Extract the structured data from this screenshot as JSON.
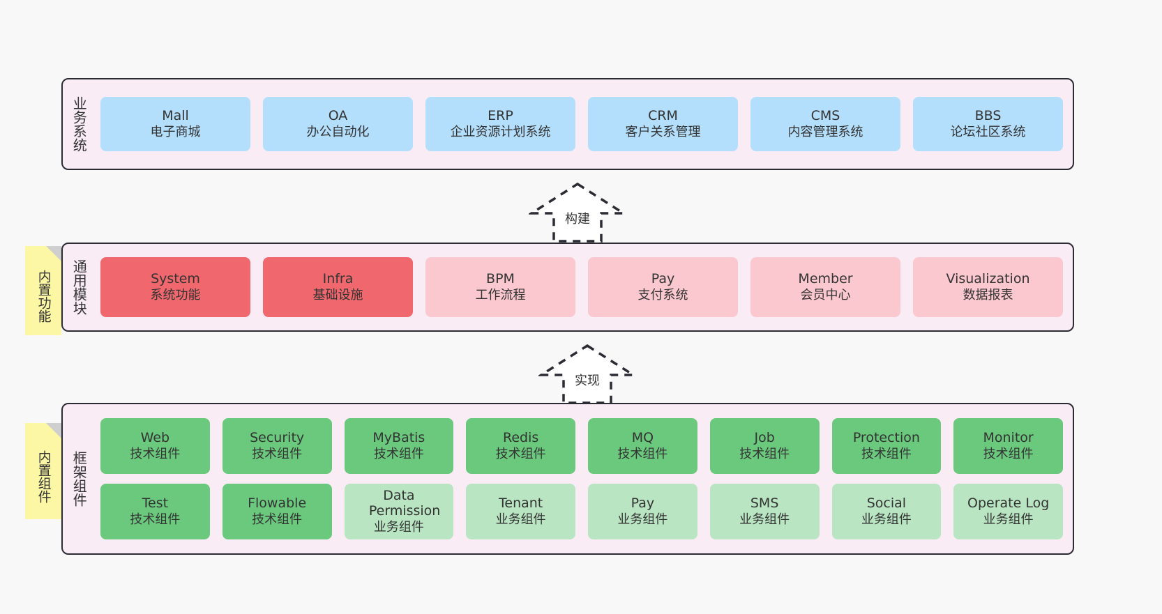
{
  "diagram": {
    "title_vertical_layers": [
      "业务系统",
      "通用模块",
      "框架组件"
    ],
    "layers": [
      {
        "id": "business-systems",
        "title": "业务系统",
        "rows": [
          {
            "boxes": [
              {
                "en": "Mall",
                "cn": "电子商城",
                "style": "biz-box"
              },
              {
                "en": "OA",
                "cn": "办公自动化",
                "style": "biz-box"
              },
              {
                "en": "ERP",
                "cn": "企业资源计划系统",
                "style": "biz-box"
              },
              {
                "en": "CRM",
                "cn": "客户关系管理",
                "style": "biz-box"
              },
              {
                "en": "CMS",
                "cn": "内容管理系统",
                "style": "biz-box"
              },
              {
                "en": "BBS",
                "cn": "论坛社区系统",
                "style": "biz-box"
              }
            ]
          }
        ]
      },
      {
        "id": "common-modules",
        "title": "通用模块",
        "note": "内置功能",
        "rows": [
          {
            "boxes": [
              {
                "en": "System",
                "cn": "系统功能",
                "style": "mod-strong"
              },
              {
                "en": "Infra",
                "cn": "基础设施",
                "style": "mod-strong"
              },
              {
                "en": "BPM",
                "cn": "工作流程",
                "style": "mod-light"
              },
              {
                "en": "Pay",
                "cn": "支付系统",
                "style": "mod-light"
              },
              {
                "en": "Member",
                "cn": "会员中心",
                "style": "mod-light"
              },
              {
                "en": "Visualization",
                "cn": "数据报表",
                "style": "mod-light"
              }
            ]
          }
        ]
      },
      {
        "id": "framework-components",
        "title": "框架组件",
        "note": "内置组件",
        "rows": [
          {
            "boxes": [
              {
                "en": "Web",
                "cn": "技术组件",
                "style": "fw-strong"
              },
              {
                "en": "Security",
                "cn": "技术组件",
                "style": "fw-strong"
              },
              {
                "en": "MyBatis",
                "cn": "技术组件",
                "style": "fw-strong"
              },
              {
                "en": "Redis",
                "cn": "技术组件",
                "style": "fw-strong"
              },
              {
                "en": "MQ",
                "cn": "技术组件",
                "style": "fw-strong"
              },
              {
                "en": "Job",
                "cn": "技术组件",
                "style": "fw-strong"
              },
              {
                "en": "Protection",
                "cn": "技术组件",
                "style": "fw-strong"
              },
              {
                "en": "Monitor",
                "cn": "技术组件",
                "style": "fw-strong"
              }
            ]
          },
          {
            "boxes": [
              {
                "en": "Test",
                "cn": "技术组件",
                "style": "fw-strong"
              },
              {
                "en": "Flowable",
                "cn": "技术组件",
                "style": "fw-strong"
              },
              {
                "en": "Data Permission",
                "cn": "业务组件",
                "style": "fw-light"
              },
              {
                "en": "Tenant",
                "cn": "业务组件",
                "style": "fw-light"
              },
              {
                "en": "Pay",
                "cn": "业务组件",
                "style": "fw-light"
              },
              {
                "en": "SMS",
                "cn": "业务组件",
                "style": "fw-light"
              },
              {
                "en": "Social",
                "cn": "业务组件",
                "style": "fw-light"
              },
              {
                "en": "Operate Log",
                "cn": "业务组件",
                "style": "fw-light"
              }
            ]
          }
        ]
      }
    ],
    "connectors": [
      {
        "id": "build-arrow",
        "label": "构建",
        "direction": "up"
      },
      {
        "id": "implement-arrow",
        "label": "实现",
        "direction": "up"
      }
    ],
    "colors": {
      "background": "#f8f8f8",
      "panel": "#f9ecf5",
      "panel_border": "#2b2b33",
      "business_box": "#b3dffc",
      "module_strong": "#f0686d",
      "module_light": "#fbc8cf",
      "framework_strong": "#6bc97e",
      "framework_light": "#b9e5c2",
      "note": "#fbf7a4",
      "note_fold": "#cfcfcf",
      "text": "#333333"
    }
  }
}
